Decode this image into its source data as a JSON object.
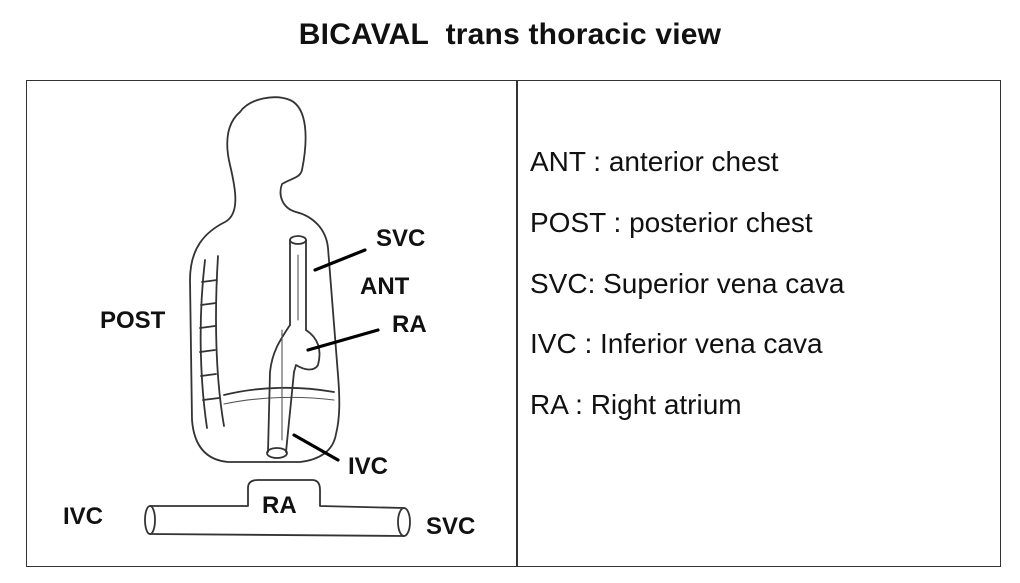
{
  "title": "BICAVAL  trans thoracic view",
  "diagram": {
    "labels": {
      "svc_top": "SVC",
      "ant": "ANT",
      "ra_top": "RA",
      "post": "POST",
      "ivc_mid": "IVC",
      "ra_bottom": "RA",
      "ivc_bottom": "IVC",
      "svc_bottom": "SVC"
    }
  },
  "legend": [
    "ANT : anterior chest",
    "POST : posterior chest",
    "SVC: Superior vena cava",
    "IVC : Inferior vena cava",
    "RA : Right atrium"
  ]
}
